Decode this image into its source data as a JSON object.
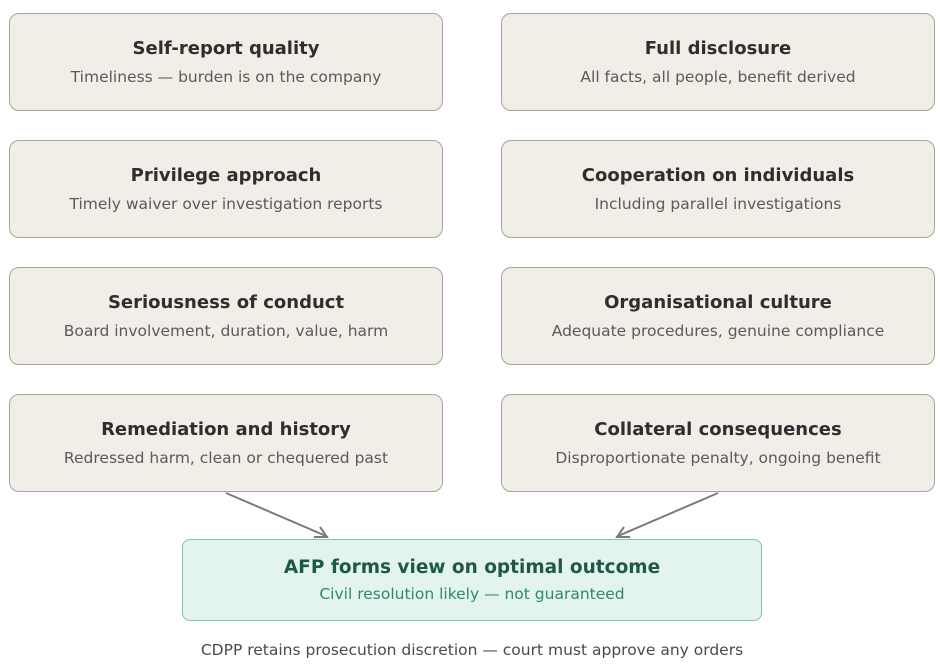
{
  "factors": [
    {
      "title": "Self-report quality",
      "sub": "Timeliness — burden is on the company"
    },
    {
      "title": "Full disclosure",
      "sub": "All facts, all people, benefit derived"
    },
    {
      "title": "Privilege approach",
      "sub": "Timely waiver over investigation reports"
    },
    {
      "title": "Cooperation on individuals",
      "sub": "Including parallel investigations"
    },
    {
      "title": "Seriousness of conduct",
      "sub": "Board involvement, duration, value, harm"
    },
    {
      "title": "Organisational culture",
      "sub": "Adequate procedures, genuine compliance"
    },
    {
      "title": "Remediation and history",
      "sub": "Redressed harm, clean or chequered past"
    },
    {
      "title": "Collateral consequences",
      "sub": "Disproportionate penalty, ongoing benefit"
    }
  ],
  "outcome": {
    "title": "AFP forms view on optimal outcome",
    "sub": "Civil resolution likely — not guaranteed"
  },
  "footnote": "CDPP retains prosecution discretion — court must approve any orders",
  "colors": {
    "box_fill": "#f1eee8",
    "box_border": "#a8a49c",
    "outcome_fill": "#e3f4ee",
    "outcome_border": "#7fc3a8",
    "outcome_title": "#1d5a45",
    "outcome_sub": "#2c8a68",
    "arrow": "#7a7a7a"
  }
}
